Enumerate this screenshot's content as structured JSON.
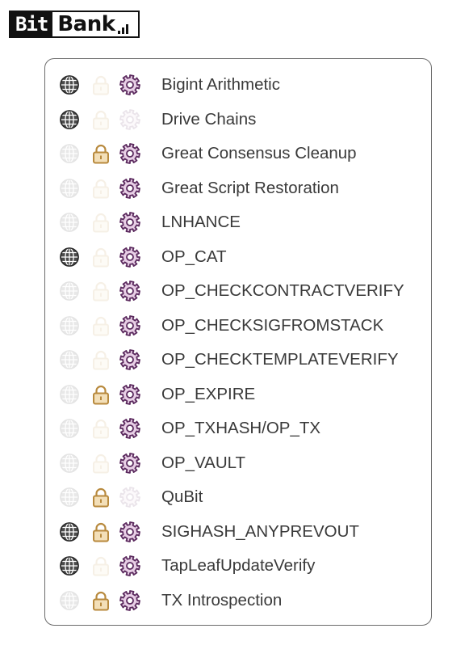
{
  "brand": {
    "bit": "Bit",
    "bank": "Bank"
  },
  "colors": {
    "globe": "#2b2b2b",
    "lock": "#b88a3e",
    "gear": "#5b2a5e",
    "border": "#6b6b6b",
    "text": "#3a3a3a"
  },
  "items": [
    {
      "label": "Bigint Arithmetic",
      "globe": true,
      "lock": false,
      "gear": true
    },
    {
      "label": "Drive Chains",
      "globe": true,
      "lock": false,
      "gear": false
    },
    {
      "label": "Great Consensus Cleanup",
      "globe": false,
      "lock": true,
      "gear": true
    },
    {
      "label": "Great Script Restoration",
      "globe": false,
      "lock": false,
      "gear": true
    },
    {
      "label": "LNHANCE",
      "globe": false,
      "lock": false,
      "gear": true
    },
    {
      "label": "OP_CAT",
      "globe": true,
      "lock": false,
      "gear": true
    },
    {
      "label": "OP_CHECKCONTRACTVERIFY",
      "globe": false,
      "lock": false,
      "gear": true
    },
    {
      "label": "OP_CHECKSIGFROMSTACK",
      "globe": false,
      "lock": false,
      "gear": true
    },
    {
      "label": "OP_CHECKTEMPLATEVERIFY",
      "globe": false,
      "lock": false,
      "gear": true
    },
    {
      "label": "OP_EXPIRE",
      "globe": false,
      "lock": true,
      "gear": true
    },
    {
      "label": "OP_TXHASH/OP_TX",
      "globe": false,
      "lock": false,
      "gear": true
    },
    {
      "label": "OP_VAULT",
      "globe": false,
      "lock": false,
      "gear": true
    },
    {
      "label": "QuBit",
      "globe": false,
      "lock": true,
      "gear": false
    },
    {
      "label": "SIGHASH_ANYPREVOUT",
      "globe": true,
      "lock": true,
      "gear": true
    },
    {
      "label": "TapLeafUpdateVerify",
      "globe": true,
      "lock": false,
      "gear": true
    },
    {
      "label": "TX Introspection",
      "globe": false,
      "lock": true,
      "gear": true
    }
  ]
}
